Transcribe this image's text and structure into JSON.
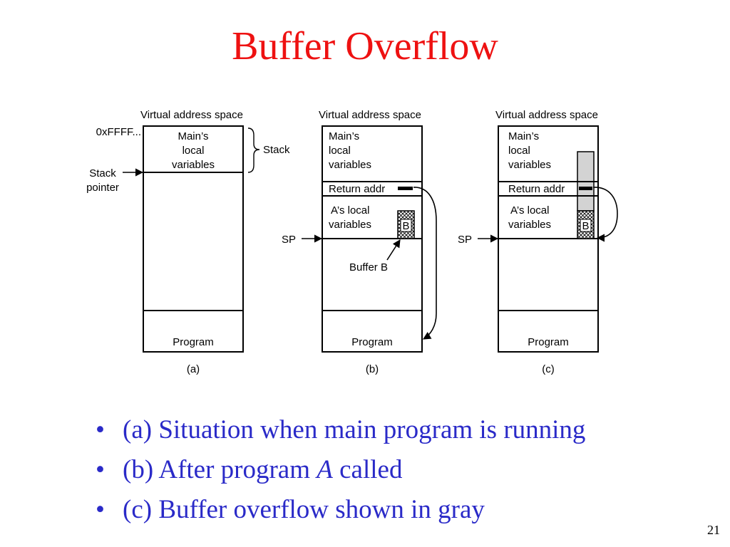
{
  "slide": {
    "title": "Buffer Overflow",
    "page_number": "21"
  },
  "diagram": {
    "panel_title": "Virtual address space",
    "labels": {
      "top_address": "0xFFFF...",
      "stack": "Stack",
      "stack_pointer_line1": "Stack",
      "stack_pointer_line2": "pointer",
      "sp": "SP",
      "main_line1": "Main’s",
      "main_line2": "local",
      "main_line3": "variables",
      "return_addr": "Return addr",
      "a_line1": "A’s local",
      "a_line2": "variables",
      "buffer_letter": "B",
      "buffer_b": "Buffer B",
      "program": "Program"
    },
    "captions": {
      "a": "(a)",
      "b": "(b)",
      "c": "(c)"
    },
    "colors": {
      "overflow_fill": "#d3d3d3",
      "line": "#000000"
    }
  },
  "bullets": [
    {
      "prefix": "(a) Situation when main program is running",
      "italic": "",
      "suffix": ""
    },
    {
      "prefix": "(b) After program ",
      "italic": "A",
      "suffix": " called"
    },
    {
      "prefix": "(c) Buffer overflow shown in gray",
      "italic": "",
      "suffix": ""
    }
  ]
}
